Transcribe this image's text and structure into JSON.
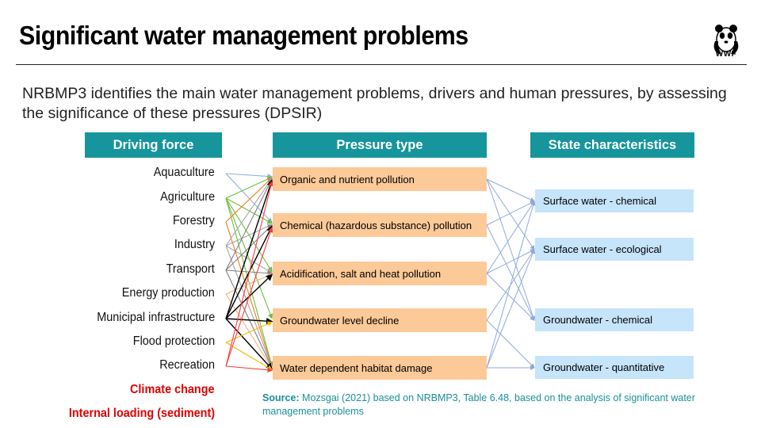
{
  "header": {
    "title": "Significant water management problems",
    "logo_text": "WWF"
  },
  "subtitle": "NRBMP3 identifies the main water management problems, drivers and human pressures, by assessing the significance of these pressures (DPSIR)",
  "columns": {
    "driving_force": "Driving force",
    "pressure_type": "Pressure type",
    "state": "State characteristics"
  },
  "drivers": [
    "Aquaculture",
    "Agriculture",
    "Forestry",
    "Industry",
    "Transport",
    "Energy production",
    "Municipal infrastructure",
    "Flood protection",
    "Recreation",
    "Climate change",
    "Internal loading (sediment)"
  ],
  "pressures": [
    "Organic and nutrient  pollution",
    "Chemical (hazardous substance) pollution",
    "Acidification, salt and heat pollution",
    "Groundwater level decline",
    "Water dependent habitat damage"
  ],
  "states": [
    "Surface water - chemical",
    "Surface water - ecological",
    "Groundwater - chemical",
    "Groundwater - quantitative"
  ],
  "source": {
    "label": "Source:",
    "text": "Mozsgai (2021) based on NRBMP3, Table 6.48, based on the analysis of significant water management problems"
  },
  "colors": {
    "header_bg": "#17959c",
    "pressure_bg": "#fcc998",
    "state_bg": "#c6e4fa",
    "red": "#e00000",
    "driver_colors": [
      "#8fb0dc",
      "#6bbf3f",
      "#f07a1a",
      "#a6a6a6",
      "#808080",
      "#f5b27a",
      "#000000",
      "#f0b800",
      "#ff3b3b",
      "#e00000",
      "#e00000"
    ]
  },
  "driver_links": [
    [
      0,
      0
    ],
    [
      0,
      1
    ],
    [
      1,
      0
    ],
    [
      1,
      1
    ],
    [
      1,
      2
    ],
    [
      1,
      3
    ],
    [
      1,
      4
    ],
    [
      2,
      0
    ],
    [
      2,
      4
    ],
    [
      3,
      0
    ],
    [
      3,
      1
    ],
    [
      3,
      2
    ],
    [
      3,
      4
    ],
    [
      4,
      0
    ],
    [
      4,
      1
    ],
    [
      4,
      2
    ],
    [
      4,
      4
    ],
    [
      5,
      2
    ],
    [
      5,
      4
    ],
    [
      6,
      0
    ],
    [
      6,
      1
    ],
    [
      6,
      2
    ],
    [
      6,
      3
    ],
    [
      6,
      4
    ],
    [
      7,
      3
    ],
    [
      7,
      4
    ],
    [
      8,
      0
    ],
    [
      8,
      1
    ],
    [
      8,
      4
    ]
  ],
  "state_links": [
    [
      0,
      0
    ],
    [
      0,
      1
    ],
    [
      0,
      2
    ],
    [
      1,
      0
    ],
    [
      1,
      2
    ],
    [
      2,
      0
    ],
    [
      2,
      1
    ],
    [
      2,
      2
    ],
    [
      3,
      3
    ],
    [
      3,
      1
    ],
    [
      4,
      1
    ],
    [
      4,
      3
    ],
    [
      4,
      0
    ]
  ]
}
